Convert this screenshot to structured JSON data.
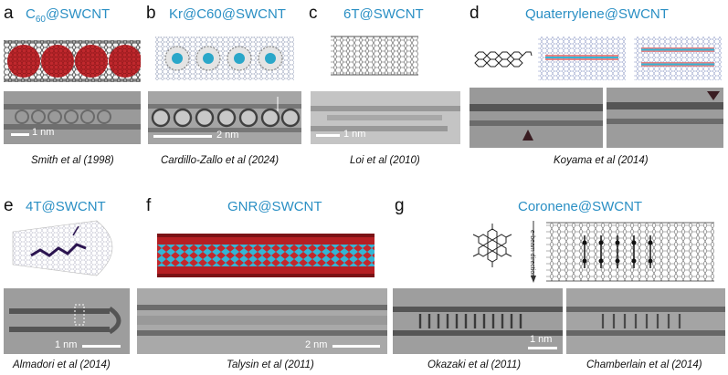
{
  "panels": [
    {
      "letter": "a",
      "title_main": "C",
      "title_sub": "60",
      "title_rest": "@SWCNT",
      "scale": "1 nm",
      "citation": "Smith et al (1998)"
    },
    {
      "letter": "b",
      "title": "Kr@C60@SWCNT",
      "scale": "2 nm",
      "citation": "Cardillo-Zallo et al (2024)"
    },
    {
      "letter": "c",
      "title": "6T@SWCNT",
      "scale": "1 nm",
      "citation": "Loi et al (2010)"
    },
    {
      "letter": "d",
      "title": "Quaterrylene@SWCNT",
      "citation": "Koyama et al (2014)"
    },
    {
      "letter": "e",
      "title": "4T@SWCNT",
      "scale": "1 nm",
      "citation": "Almadori et al (2014)"
    },
    {
      "letter": "f",
      "title": "GNR@SWCNT",
      "scale": "2 nm",
      "citation": "Talysin et al (2011)"
    },
    {
      "letter": "g",
      "title": "Coronene@SWCNT",
      "scale": "1 nm",
      "citation_left": "Okazaki et al (2011)",
      "citation_right": "Chamberlain et al (2014)",
      "beam_label": "e-beam direction"
    }
  ],
  "colors": {
    "title": "#2a8fc4",
    "fullerene": "#c0282d",
    "krypton": "#2aa7c9",
    "ribbon_red": "#c4272b",
    "ribbon_cyan": "#33b6d6"
  }
}
